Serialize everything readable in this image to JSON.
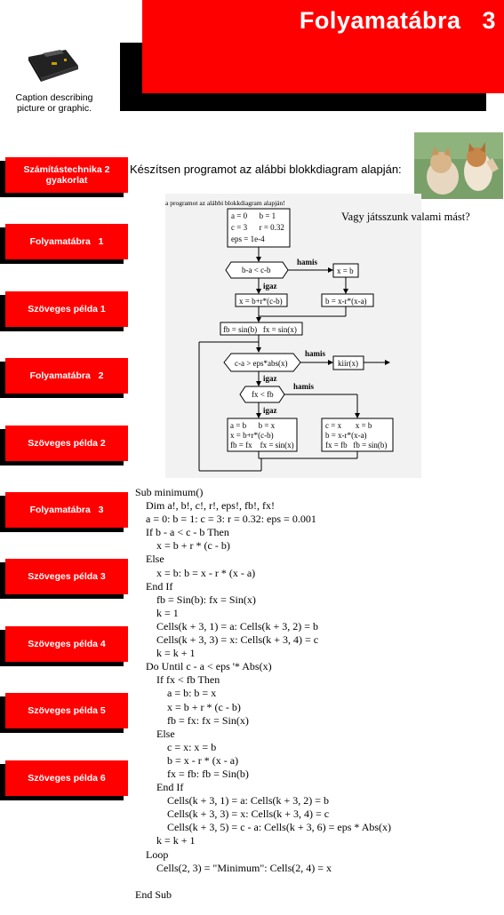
{
  "header": {
    "title": "Folyamatábra   3"
  },
  "caption": {
    "line1": "Caption describing",
    "line2": "picture or graphic."
  },
  "nav": [
    {
      "line1": "Számítástechnika 2",
      "line2": "gyakorlat"
    },
    {
      "line1": "Folyamatábra   1",
      "line2": ""
    },
    {
      "line1": "Szöveges példa 1",
      "line2": ""
    },
    {
      "line1": "Folyamatábra   2",
      "line2": ""
    },
    {
      "line1": "Szöveges példa 2",
      "line2": ""
    },
    {
      "line1": "Folyamatábra   3",
      "line2": ""
    },
    {
      "line1": "Szöveges példa 3",
      "line2": ""
    },
    {
      "line1": "Szöveges példa 4",
      "line2": ""
    },
    {
      "line1": "Szöveges példa 5",
      "line2": ""
    },
    {
      "line1": "Szöveges példa 6",
      "line2": ""
    }
  ],
  "intro": "Készítsen programot az alábbi blokkdiagram alapján:",
  "alt_text": "Vagy játsszunk valami mást?",
  "flowchart": {
    "header": "a programot az alábbi blokkdiagram alapján!",
    "init": [
      "a = 0      b = 1",
      "c = 3      r = 0.32",
      "eps = 1e-4"
    ],
    "cond1": "b-a < c-b",
    "hamis": "hamis",
    "igaz": "igaz",
    "xb": "x = b",
    "xbr": "x = b+r*(c-b)",
    "bxr": "b = x-r*(x-a)",
    "fbfx": "fb = sin(b)   fx = sin(x)",
    "cond2": "c-a > eps*abs(x)",
    "kiir": "kiír(x)",
    "cond3": "fx < fb",
    "leftbox": [
      "a = b      b = x",
      "x = b+r*(c-b)",
      "fb = fx    fx = sin(x)"
    ],
    "rightbox": [
      "c = x       x = b",
      "b = x-r*(x-a)",
      "fx = fb   fb = sin(b)"
    ]
  },
  "code": [
    "Sub minimum()",
    "    Dim a!, b!, c!, r!, eps!, fb!, fx!",
    "    a = 0: b = 1: c = 3: r = 0.32: eps = 0.001",
    "    If b - a < c - b Then",
    "        x = b + r * (c - b)",
    "    Else",
    "        x = b: b = x - r * (x - a)",
    "    End If",
    "        fb = Sin(b): fx = Sin(x)",
    "        k = 1",
    "        Cells(k + 3, 1) = a: Cells(k + 3, 2) = b",
    "        Cells(k + 3, 3) = x: Cells(k + 3, 4) = c",
    "        k = k + 1",
    "    Do Until c - a < eps '* Abs(x)",
    "        If fx < fb Then",
    "            a = b: b = x",
    "            x = b + r * (c - b)",
    "            fb = fx: fx = Sin(x)",
    "        Else",
    "            c = x: x = b",
    "            b = x - r * (x - a)",
    "            fx = fb: fb = Sin(b)",
    "        End If",
    "            Cells(k + 3, 1) = a: Cells(k + 3, 2) = b",
    "            Cells(k + 3, 3) = x: Cells(k + 3, 4) = c",
    "            Cells(k + 3, 5) = c - a: Cells(k + 3, 6) = eps * Abs(x)",
    "        k = k + 1",
    "    Loop",
    "        Cells(2, 3) = \"Minimum\": Cells(2, 4) = x",
    "",
    "End Sub"
  ]
}
